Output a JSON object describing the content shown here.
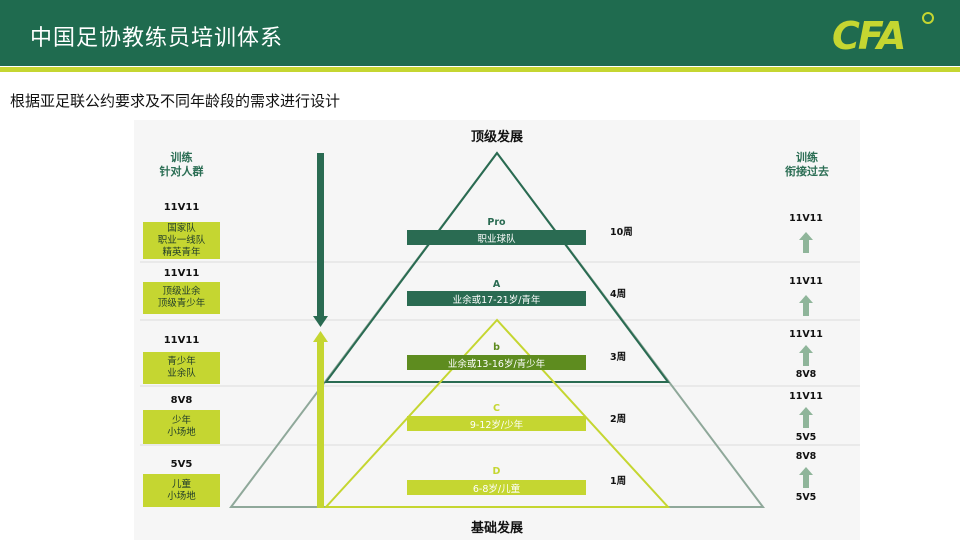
{
  "header": {
    "title": "中国足协教练员培训体系",
    "logo": "CFA"
  },
  "subtitle": "根据亚足联公约要求及不同年龄段的需求进行设计",
  "diagram": {
    "top_label": "顶级发展",
    "bottom_label": "基础发展",
    "left_header": [
      "训练",
      "针对人群"
    ],
    "right_header": [
      "训练",
      "衔接过去"
    ],
    "rows": [
      {
        "format": "11V11",
        "groups": [
          "国家队",
          "职业一线队",
          "精英青年"
        ],
        "level": "Pro",
        "bar": "职业球队",
        "bar_color": "#2a6b52",
        "level_color": "#2a6b52",
        "weeks": "10周",
        "transition_top": "11V11",
        "transition_bottom": ""
      },
      {
        "format": "11V11",
        "groups": [
          "顶级业余",
          "顶级青少年"
        ],
        "level": "A",
        "bar": "业余或17-21岁/青年",
        "bar_color": "#2a6b52",
        "level_color": "#2a6b52",
        "weeks": "4周",
        "transition_top": "11V11",
        "transition_bottom": ""
      },
      {
        "format": "11V11",
        "groups": [
          "青少年",
          "业余队"
        ],
        "level": "b",
        "bar": "业余或13-16岁/青少年",
        "bar_color": "#5e8c1f",
        "level_color": "#5e8c1f",
        "weeks": "3周",
        "transition_top": "11V11",
        "transition_bottom": "8V8"
      },
      {
        "format": "8V8",
        "groups": [
          "少年",
          "小场地"
        ],
        "level": "C",
        "bar": "9-12岁/少年",
        "bar_color": "#c5d631",
        "level_color": "#c5d631",
        "weeks": "2周",
        "transition_top": "11V11",
        "transition_bottom": "5V5"
      },
      {
        "format": "5V5",
        "groups": [
          "儿童",
          "小场地"
        ],
        "level": "D",
        "bar": "6-8岁/儿童",
        "bar_color": "#c5d631",
        "level_color": "#c5d631",
        "weeks": "1周",
        "transition_top": "8V8",
        "transition_bottom": "5V5"
      }
    ]
  }
}
